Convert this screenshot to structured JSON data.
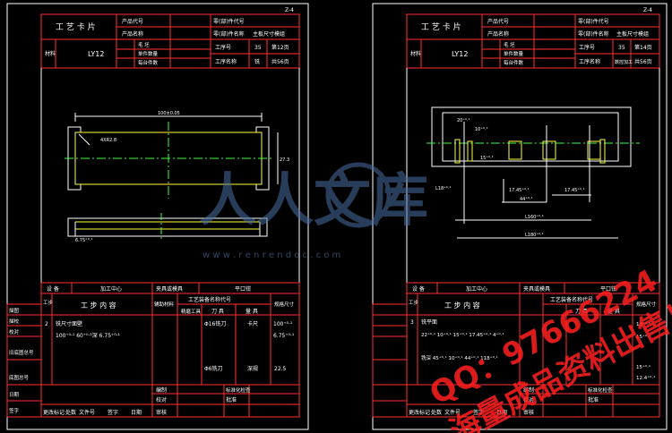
{
  "sheet_left": {
    "corner_mark": "Z-4",
    "title": "工 艺 卡 片",
    "header": {
      "product_code": "产品代号",
      "product_name": "产品名称",
      "part_code": "零(部)件代号",
      "part_name": "零(部)件名称",
      "part_name_value": "主板尺寸模组",
      "material_label": "材料",
      "material_value": "LY12",
      "row1a": "毛  坯",
      "row1b": "工序号",
      "row1c": "35",
      "row1d": "第12页",
      "row2a": "单件数量",
      "row3a": "每台件数",
      "row3b": "工序名称",
      "row3c": "铣",
      "row3d": "共56页"
    },
    "dims": {
      "top_width": "100±0.05",
      "inner": "4XR2.8",
      "side": "27.3",
      "bottom": "6.75⁺⁰·¹"
    },
    "equip_row": {
      "device": "设 备",
      "center": "加工中心",
      "fixture": "夹具或模具",
      "fixture_value": "平口钳"
    },
    "proc_header": {
      "step": "工步",
      "content": "工 步 内 容",
      "aux": "辅助材料",
      "tool_name": "工艺装备名称代号",
      "machine_tool": "精磨工具",
      "cutter": "刀 具",
      "gauge": "量 具",
      "spec": "规格尺寸"
    },
    "steps": [
      {
        "num": "2",
        "text": "铣尺寸面壁",
        "cutter": "Φ16铣刀",
        "gauge": "卡尺",
        "size": "100⁺⁰·¹"
      },
      {
        "num": "",
        "text": "100⁺⁰·¹  60⁺⁰·¹深 6.75⁺⁰·¹",
        "cutter": "",
        "gauge": "",
        "size": "6.75⁺⁰·¹"
      },
      {
        "num": "",
        "text": "",
        "cutter": "Φ6铣刀",
        "gauge": "深规",
        "size": "22.5"
      }
    ],
    "left_labels": [
      "描图",
      "描校",
      "校对",
      "旧底图总号",
      "底图总号",
      "日期",
      "签字"
    ],
    "footer": {
      "mark": "更改标记",
      "count": "处数",
      "doc": "文件号",
      "sign": "签字",
      "date": "日期",
      "draft": "编制",
      "check": "校对",
      "review": "审核",
      "std": "标准化检查",
      "approve": "批准"
    }
  },
  "sheet_right": {
    "corner_mark": "Z-4",
    "title": "工 艺 卡 片",
    "header": {
      "product_code": "产品代号",
      "product_name": "产品名称",
      "part_code": "零(部)件代号",
      "part_name": "零(部)件名称",
      "part_name_value": "主板尺寸模组",
      "material_label": "材料",
      "material_value": "LY12",
      "row1a": "毛  坯",
      "row1b": "工序号",
      "row1c": "35",
      "row1d": "第14页",
      "row2a": "单件数量",
      "row3a": "每台件数",
      "row3b": "工序名称",
      "row3c": "数控加工",
      "row3d": "共56页"
    },
    "dims": {
      "d1": "20⁺⁰·¹",
      "d2": "10⁺⁰·¹",
      "d3": "17.45⁺⁰·¹",
      "d4": "17.45⁺⁰·¹",
      "d5": "44⁺⁰·¹",
      "d6": "L160⁺⁰·¹",
      "d7": "L180⁺⁰·¹",
      "d8": "L18⁺⁰·¹",
      "d9": "15⁺⁰·¹"
    },
    "equip_row": {
      "device": "设 备",
      "center": "加工中心",
      "fixture": "夹具或模具",
      "fixture_value": "平口钳"
    },
    "proc_header": {
      "step": "工步",
      "content": "工 步 内 容",
      "tool_name": "工艺装备名称代号",
      "cutter": "刀 具",
      "gauge": "量 具",
      "spec": "规格尺寸"
    },
    "steps": [
      {
        "num": "3",
        "text": "铣平面"
      },
      {
        "num": "",
        "text": "22⁺⁰·¹  10⁺⁰·¹  15⁺⁰·¹  17.45⁺⁰·¹  4⁺⁰·¹"
      },
      {
        "num": "",
        "text": "铣深  45⁺⁰·¹  10⁺⁰·¹  44⁺⁰·¹  118⁺⁰·¹"
      }
    ],
    "sizes": [
      "18⁺⁰·¹",
      "15⁺⁰·¹",
      "15⁺⁰·¹",
      "12.4⁺⁰·¹"
    ],
    "footer": {
      "mark": "更改标记",
      "count": "处数",
      "doc": "文件号",
      "sign": "签字",
      "date": "日期",
      "draft": "编制",
      "check": "校对",
      "review": "审核",
      "std": "标准化检查",
      "approve": "批准"
    }
  },
  "watermark": {
    "logo_text": "人人文库",
    "url": "w w w . r e n r e n d o c . c o m",
    "qq": "QQ：97666224",
    "slogan": "海量成品资料出售！"
  }
}
